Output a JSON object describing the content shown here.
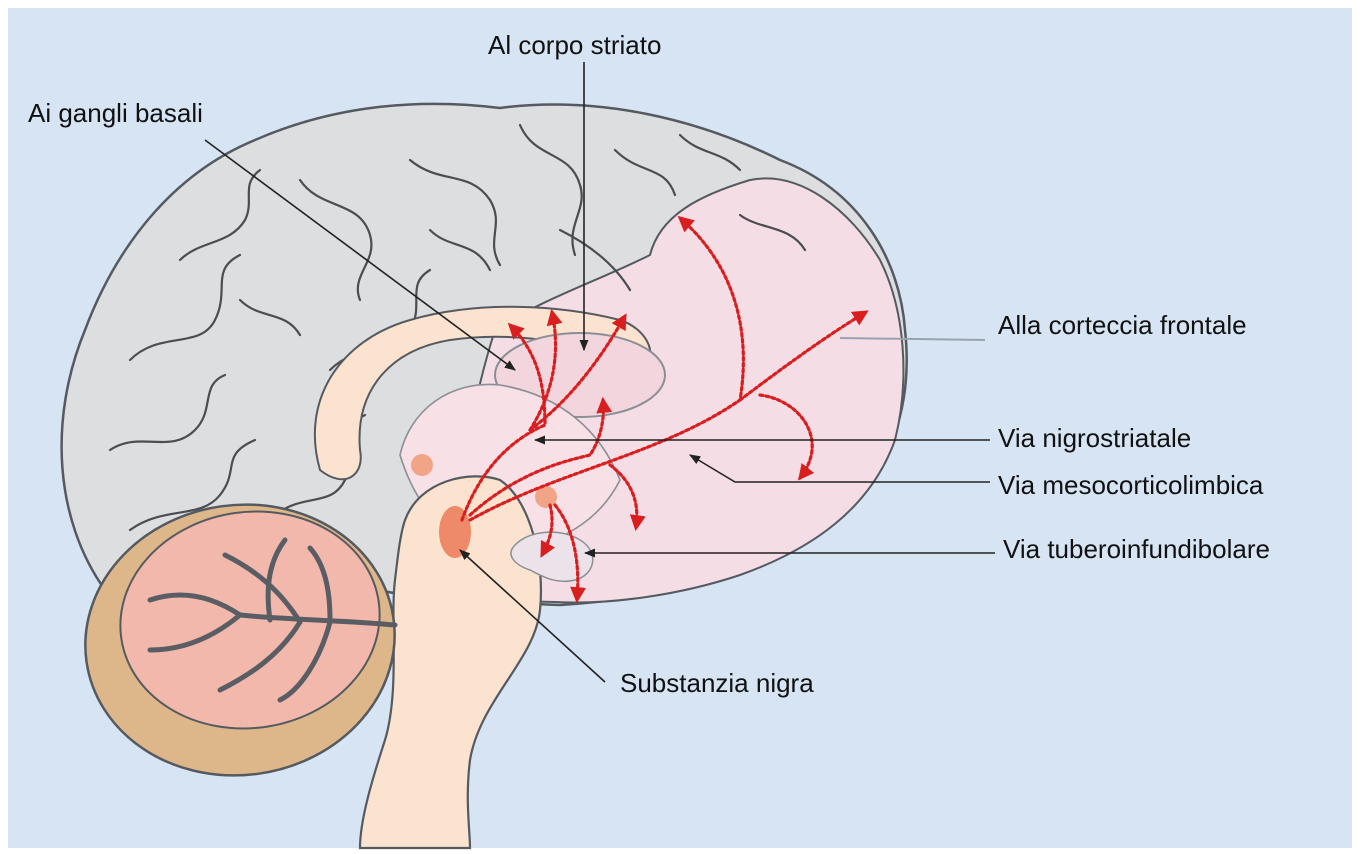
{
  "labels": {
    "al_corpo_striato": "Al corpo striato",
    "ai_gangli_basali": "Ai gangli basali",
    "alla_corteccia_frontale": "Alla corteccia frontale",
    "via_nigrostriatale": "Via nigrostriatale",
    "via_mesocorticolimbica": "Via mesocorticolimbica",
    "via_tuberoinfundibolare": "Via tuberoinfundibolare",
    "substanzia_nigra": "Substanzia nigra"
  },
  "colors": {
    "background": "#d6e4f3",
    "cortex_grey": "#dcdee0",
    "frontal_pink": "#f5dde6",
    "brainstem_peach": "#fbe3cf",
    "cerebellum_outer": "#ddb78a",
    "cerebellum_inner": "#f2b8ac",
    "pathway_red": "#d81e1e",
    "nucleus_orange": "#ee8a6a"
  }
}
